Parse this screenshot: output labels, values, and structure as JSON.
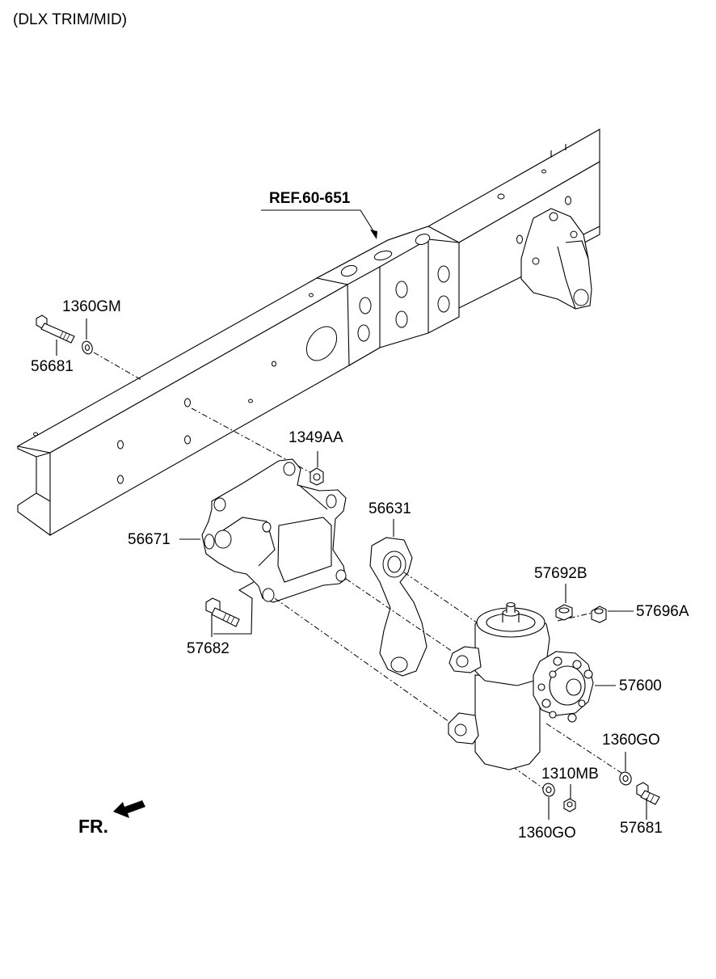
{
  "header": {
    "variant": "(DLX TRIM/MID)"
  },
  "reference": {
    "label": "REF.60-651"
  },
  "direction": {
    "label": "FR."
  },
  "parts": {
    "p1360GM": "1360GM",
    "p56681": "56681",
    "p1349AA": "1349AA",
    "p56631": "56631",
    "p56671": "56671",
    "p57692B": "57692B",
    "p57696A": "57696A",
    "p57600": "57600",
    "p57682": "57682",
    "p1360GO_right": "1360GO",
    "p1310MB": "1310MB",
    "p57681": "57681",
    "p1360GO_bottom": "1360GO"
  },
  "colors": {
    "line": "#000000",
    "background": "#ffffff"
  }
}
